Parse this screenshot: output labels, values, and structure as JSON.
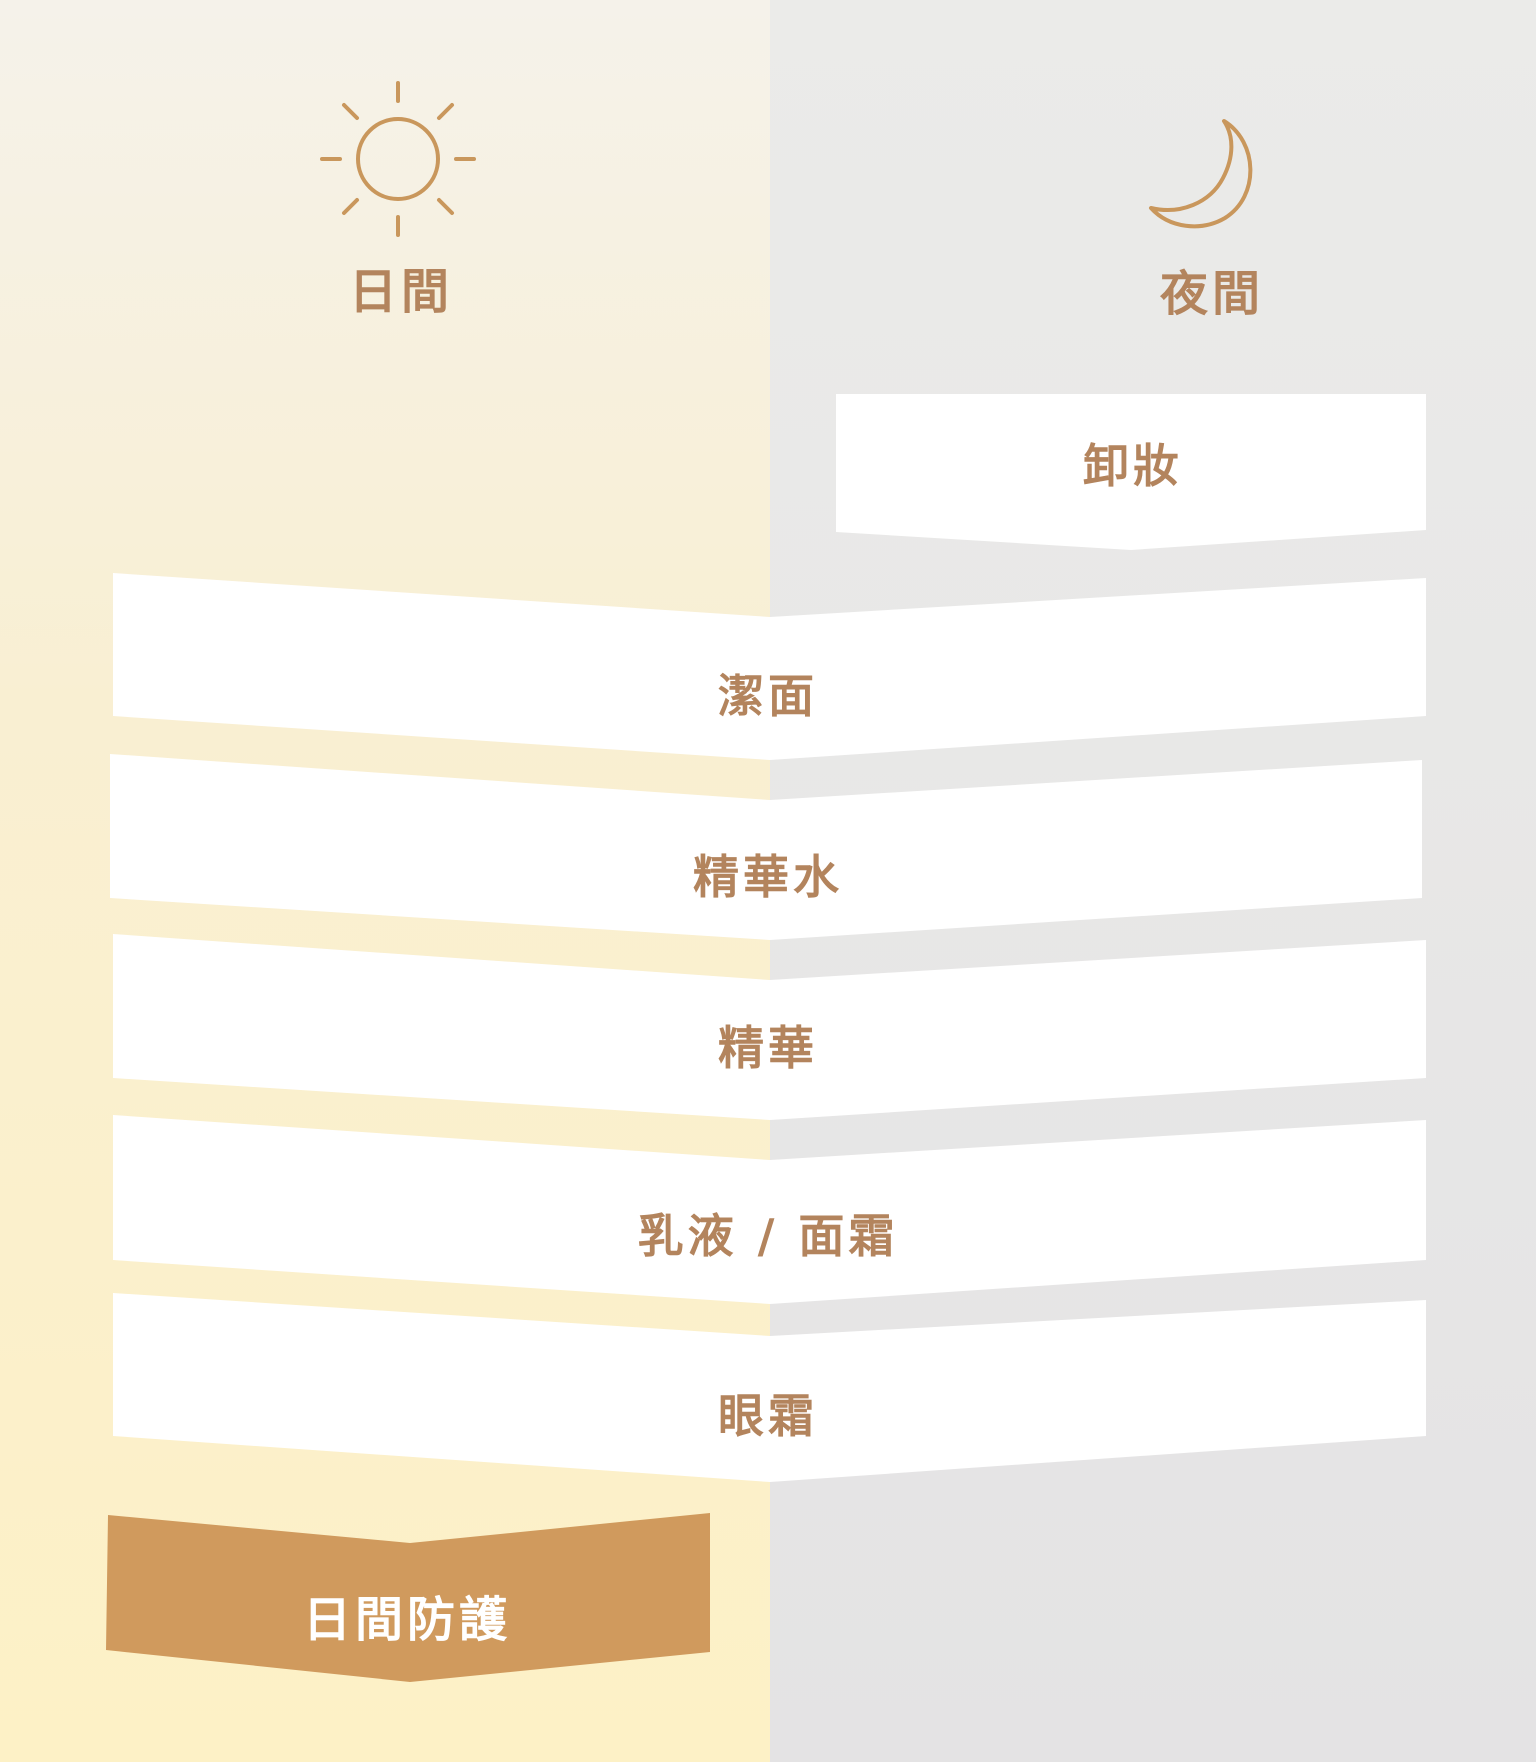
{
  "colors": {
    "day_background": "#faf1d4",
    "night_background": "#e5e4e5",
    "band_fill": "#ffffff",
    "accent": "#c9975c",
    "label_text": "#b3845d",
    "final_band_fill": "#d09a5d",
    "final_band_text": "#ffffff"
  },
  "day": {
    "label": "日間",
    "icon": "sun-icon"
  },
  "night": {
    "label": "夜間",
    "icon": "moon-icon"
  },
  "steps": {
    "makeup_removal": "卸妝",
    "cleansing": "潔面",
    "toner": "精華水",
    "serum": "精華",
    "lotion_cream": "乳液 / 面霜",
    "eye_cream": "眼霜",
    "day_protection": "日間防護"
  }
}
